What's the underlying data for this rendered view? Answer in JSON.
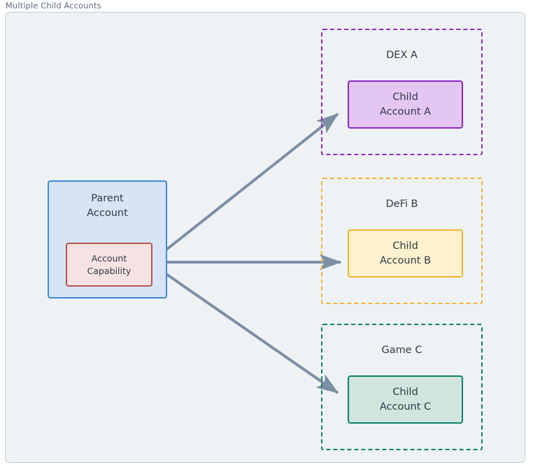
{
  "frame": {
    "title": "Multiple Child Accounts",
    "background": "#eef2f5",
    "border_color": "#c2ccd6"
  },
  "colors": {
    "text": "#2e3a47",
    "title_text": "#5d6b7a",
    "arrow": "#7d8fa3",
    "parent_border": "#3d8bd8",
    "parent_fill": "#d6e4f6",
    "capability_border": "#b85450",
    "capability_fill": "#f6e2e2",
    "dex_a": "#8d27c9",
    "defi_b": "#f2b530",
    "game_c": "#11806a"
  },
  "parent": {
    "title_line1": "Parent",
    "title_line2": "Account",
    "capability": {
      "line1": "Account",
      "line2": "Capability"
    }
  },
  "groups": [
    {
      "label": "DEX A",
      "accent": "#8d27c9",
      "child": {
        "line1": "Child",
        "line2": "Account A"
      }
    },
    {
      "label": "DeFi B",
      "accent": "#f2b530",
      "child": {
        "line1": "Child",
        "line2": "Account B"
      }
    },
    {
      "label": "Game C",
      "accent": "#11806a",
      "child": {
        "line1": "Child",
        "line2": "Account C"
      }
    }
  ],
  "edges": [
    {
      "from": "Account Capability",
      "to": "Child Account A"
    },
    {
      "from": "Account Capability",
      "to": "Child Account B"
    },
    {
      "from": "Account Capability",
      "to": "Child Account C"
    }
  ]
}
